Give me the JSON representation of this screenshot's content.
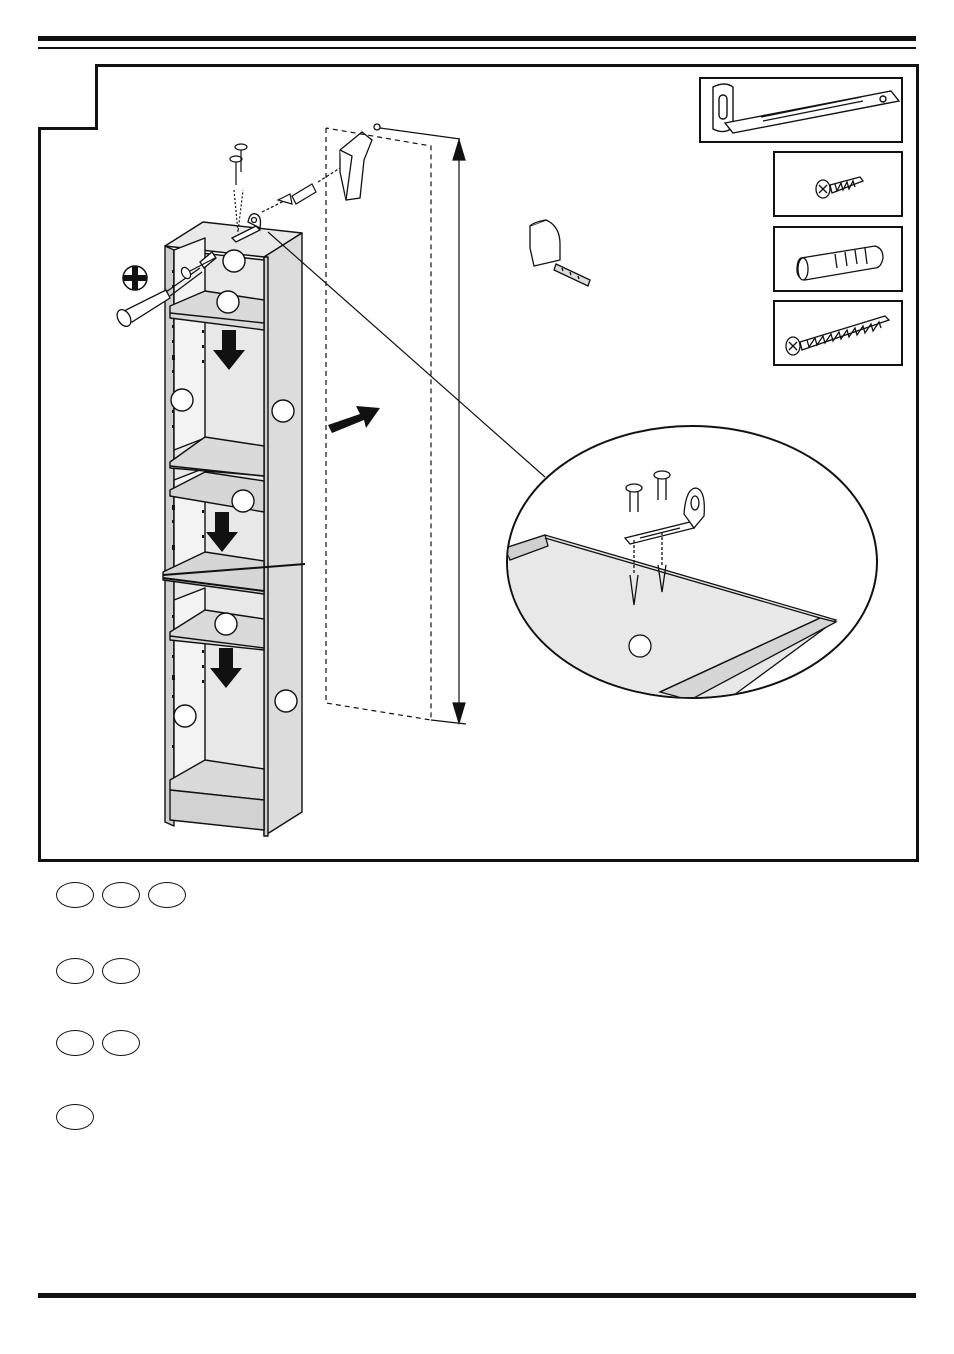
{
  "page": {
    "step_number": "",
    "parts": [
      {
        "name": "wall-bracket"
      },
      {
        "name": "short-screw"
      },
      {
        "name": "wall-plug"
      },
      {
        "name": "long-screw"
      }
    ],
    "legend_rows": [
      {
        "badges": 3
      },
      {
        "badges": 2
      },
      {
        "badges": 2
      },
      {
        "badges": 1
      }
    ]
  },
  "colors": {
    "ink": "#111111",
    "panel_fill": "#e4e4e4",
    "paper": "#ffffff"
  }
}
